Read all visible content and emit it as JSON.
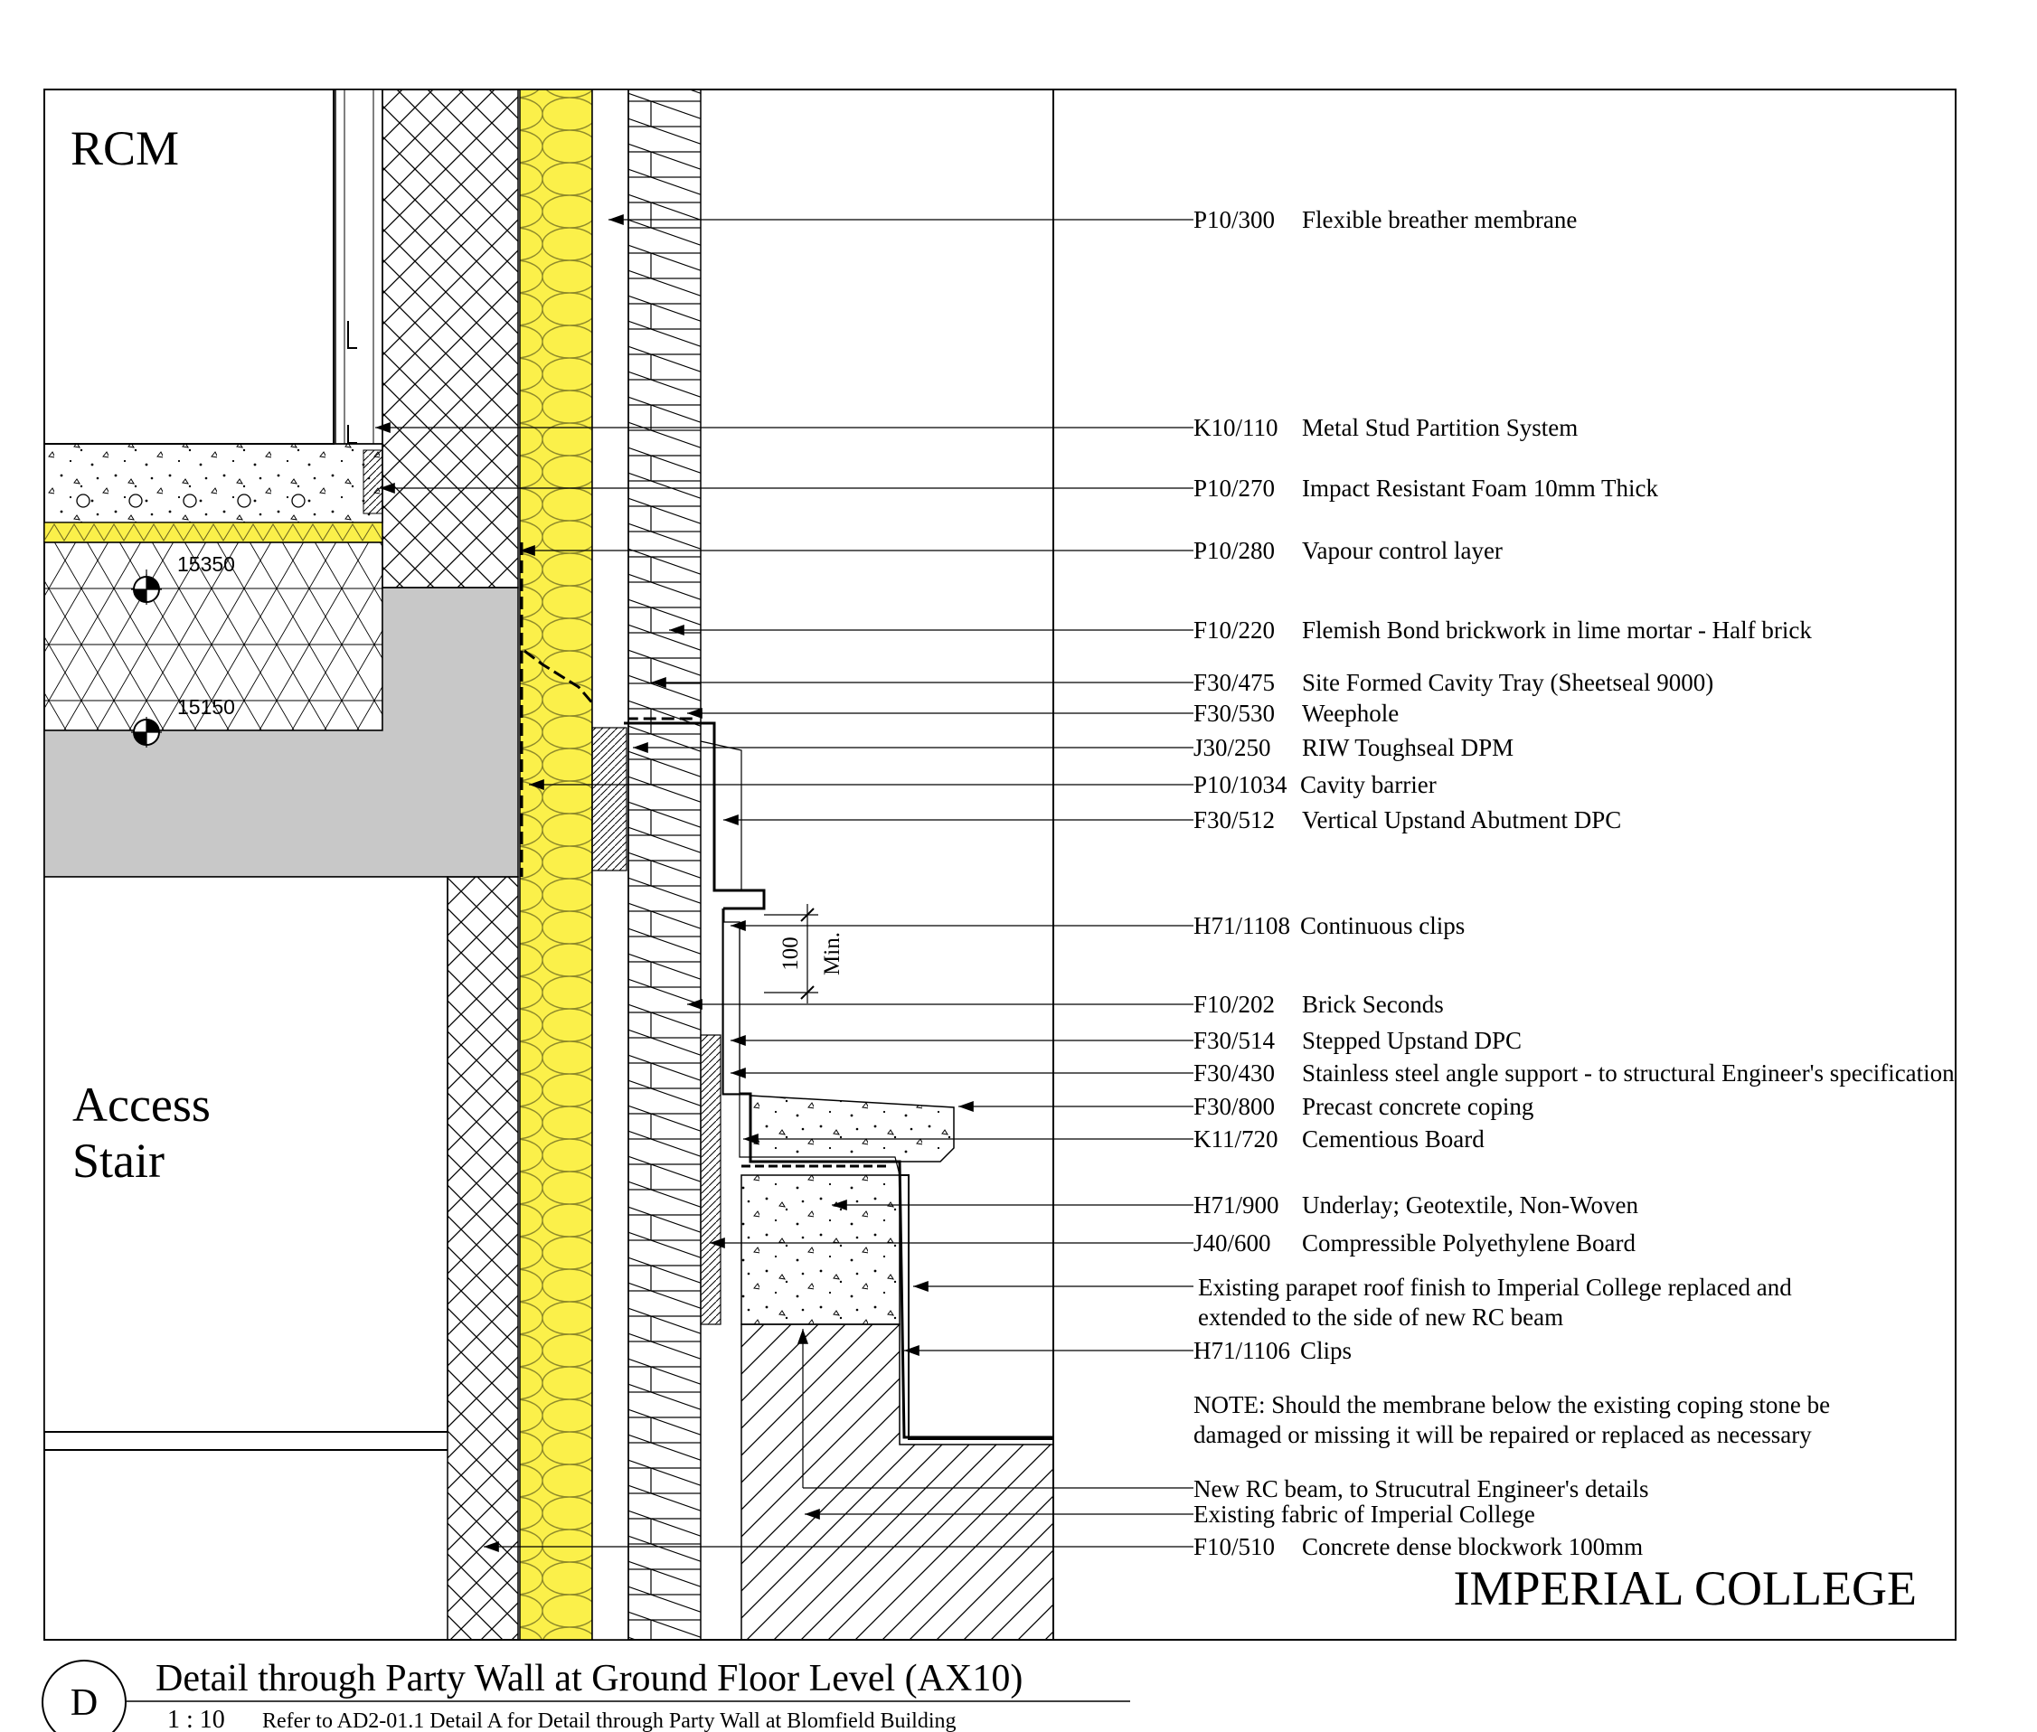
{
  "rooms": {
    "rcm": "RCM",
    "access_line1": "Access",
    "access_line2": "Stair"
  },
  "levels": {
    "upper": "15350",
    "lower": "15150"
  },
  "dimension": {
    "value": "100",
    "note": "Min."
  },
  "labels": [
    {
      "code": "P10/300",
      "text": "Flexible breather membrane"
    },
    {
      "code": "K10/110",
      "text": "Metal Stud Partition System"
    },
    {
      "code": "P10/270",
      "text": "Impact Resistant Foam 10mm Thick"
    },
    {
      "code": "P10/280",
      "text": "Vapour control layer"
    },
    {
      "code": "F10/220",
      "text": "Flemish Bond brickwork in lime mortar - Half brick"
    },
    {
      "code": "F30/475",
      "text": "Site Formed Cavity Tray (Sheetseal 9000)"
    },
    {
      "code": "F30/530",
      "text": "Weephole"
    },
    {
      "code": "J30/250",
      "text": "RIW Toughseal DPM"
    },
    {
      "code": "P10/1034",
      "text": "Cavity barrier"
    },
    {
      "code": "F30/512",
      "text": "Vertical Upstand Abutment DPC"
    },
    {
      "code": "H71/1108",
      "text": "Continuous clips"
    },
    {
      "code": "F10/202",
      "text": "Brick Seconds"
    },
    {
      "code": "F30/514",
      "text": "Stepped Upstand DPC"
    },
    {
      "code": "F30/430",
      "text": "Stainless steel angle support - to structural Engineer's specification"
    },
    {
      "code": "F30/800",
      "text": "Precast concrete coping"
    },
    {
      "code": "K11/720",
      "text": "Cementious Board"
    },
    {
      "code": "H71/900",
      "text": "Underlay; Geotextile, Non-Woven"
    },
    {
      "code": "J40/600",
      "text": "Compressible Polyethylene Board"
    },
    {
      "code": "H71/1106",
      "text": "Clips"
    },
    {
      "code": "F10/510",
      "text": "Concrete dense blockwork 100mm"
    }
  ],
  "notes": {
    "parapet_line1": "Existing parapet roof finish to Imperial College replaced and",
    "parapet_line2": "extended to the side of new RC beam",
    "note_line1": "NOTE: Should the membrane below the existing coping stone be",
    "note_line2": "damaged or missing it will be repaired or replaced as necessary",
    "rc_beam": "New RC beam, to Strucutral Engineer's details",
    "fabric": "Existing fabric of Imperial College"
  },
  "building": "IMPERIAL COLLEGE",
  "title_block": {
    "ref": "D",
    "title": "Detail through Party Wall at Ground Floor Level (AX10)",
    "scale": "1 : 10",
    "subtitle": "Refer to AD2-01.1 Detail A for Detail through Party Wall at Blomfield Building"
  }
}
